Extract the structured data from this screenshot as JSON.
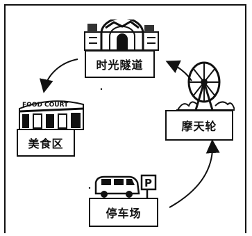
{
  "places": {
    "tunnel": {
      "label": "时光隧道"
    },
    "food_court": {
      "label": "美食区",
      "sign": "FOOD COURT"
    },
    "ferris_wheel": {
      "label": "摩天轮"
    },
    "parking": {
      "label": "停车场",
      "sign": "P"
    }
  }
}
